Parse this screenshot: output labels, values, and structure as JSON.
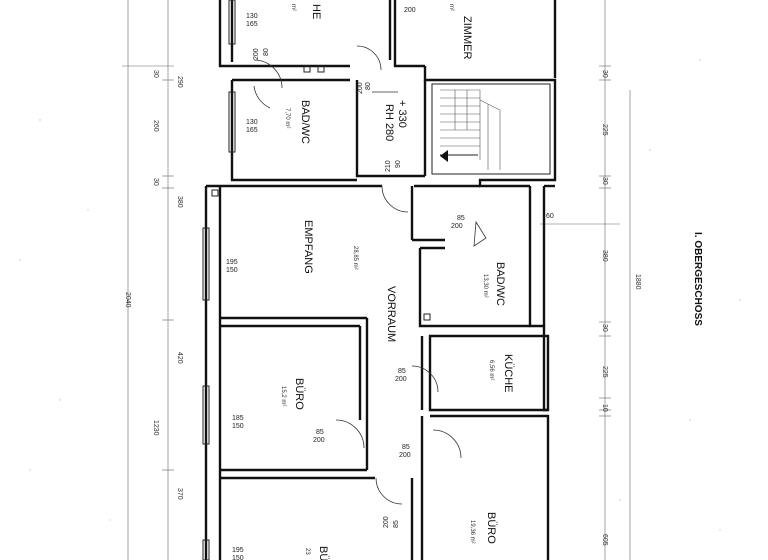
{
  "plan": {
    "title": "I. OBERGESCHOSS",
    "rooms": [
      {
        "id": "kueche_top",
        "name": "HE",
        "area": "m²"
      },
      {
        "id": "zimmer",
        "name": "ZIMMER",
        "area": "m²"
      },
      {
        "id": "bad1",
        "name": "BAD/WC",
        "area": "7,70 m²"
      },
      {
        "id": "empfang",
        "name": "EMPFANG",
        "area": "28,85 m²"
      },
      {
        "id": "vorraum",
        "name": "VORRAUM"
      },
      {
        "id": "bad2",
        "name": "BAD/WC",
        "area": "13,30 m²"
      },
      {
        "id": "kueche",
        "name": "KÜCHE",
        "area": "6,56 m²"
      },
      {
        "id": "buero1",
        "name": "BÜRO",
        "area": "15,2 m²"
      },
      {
        "id": "buero2",
        "name": "BÜRO",
        "area": "19,36 m²"
      },
      {
        "id": "buero3",
        "name": "BÜ",
        "area": "23"
      }
    ],
    "stair": {
      "mark1": "+ 330",
      "mark2": "RH 280"
    },
    "doors": {
      "d_top": [
        "80",
        "200"
      ],
      "d_top2": [
        "200"
      ],
      "d_stair": [
        "80",
        "200"
      ],
      "d_hall": [
        "90",
        "210"
      ],
      "d_bad2": [
        "85",
        "200"
      ],
      "d_kueche": [
        "85",
        "200"
      ],
      "d_buero1": [
        "85",
        "200"
      ],
      "d_buero2": [
        "85",
        "200"
      ],
      "d_buero3": [
        "85",
        "200"
      ]
    },
    "windows": {
      "w1": [
        "130",
        "165"
      ],
      "w2": [
        "130",
        "165"
      ],
      "w3": [
        "195",
        "150"
      ],
      "w4": [
        "185",
        "150"
      ],
      "w5": [
        "195",
        "150"
      ]
    },
    "dims_left": {
      "d1": "30",
      "d2": "290",
      "d3": "260",
      "d4": "30",
      "d5": "380",
      "d6": "420",
      "d7": "370"
    },
    "dims_left_total": {
      "t1": "2040",
      "t2": "1230"
    },
    "dims_right": {
      "r1": "30",
      "r2": "225",
      "r3": "30",
      "r4": "380",
      "r5": "30",
      "r6": "225",
      "r7": "10",
      "r8": "605"
    },
    "dims_right_total": {
      "t1": "1880"
    },
    "misc": {
      "m60": "60"
    }
  }
}
